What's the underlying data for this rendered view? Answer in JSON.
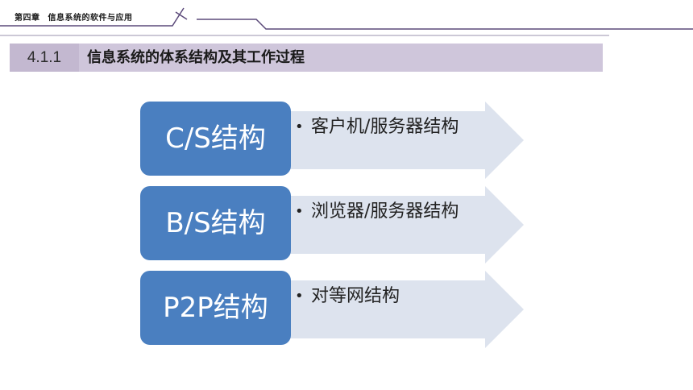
{
  "header": {
    "chapter_no": "第四章",
    "chapter_title": "信息系统的软件与应用"
  },
  "section": {
    "number": "4.1.1",
    "title": "信息系统的体系结构及其工作过程"
  },
  "colors": {
    "box_fill": "#4a7fc0",
    "arrow_fill": "#dde3ee",
    "title_bar": "#cfc6db",
    "deco_line": "#5b4a7a"
  },
  "items": [
    {
      "label": "C/S结构",
      "bullet": "•",
      "desc": "客户机/服务器结构"
    },
    {
      "label": "B/S结构",
      "bullet": "•",
      "desc": "浏览器/服务器结构"
    },
    {
      "label": "P2P结构",
      "bullet": "•",
      "desc": "对等网结构"
    }
  ]
}
